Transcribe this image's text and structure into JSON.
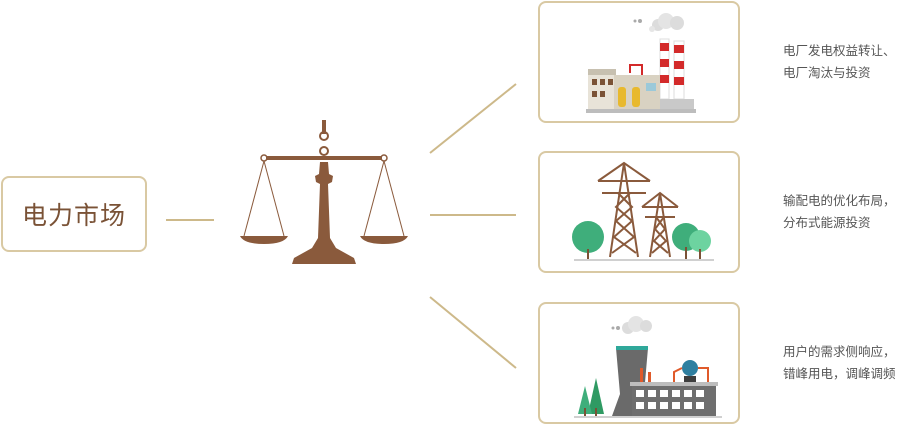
{
  "center": {
    "label": "电力市场"
  },
  "branches": [
    {
      "icon": "power-plant-icon",
      "lines": [
        "电厂发电权益转让、",
        "电厂淘汰与投资"
      ]
    },
    {
      "icon": "transmission-tower-icon",
      "lines": [
        "输配电的优化布局，",
        "分布式能源投资"
      ]
    },
    {
      "icon": "factory-icon",
      "lines": [
        "用户的需求侧响应，",
        "错峰用电，调峰调频"
      ]
    }
  ],
  "colors": {
    "line": "#cdb98a",
    "border": "#d9c9a3",
    "scale": "#8a5a3c",
    "text": "#555555",
    "title": "#7a5236"
  }
}
